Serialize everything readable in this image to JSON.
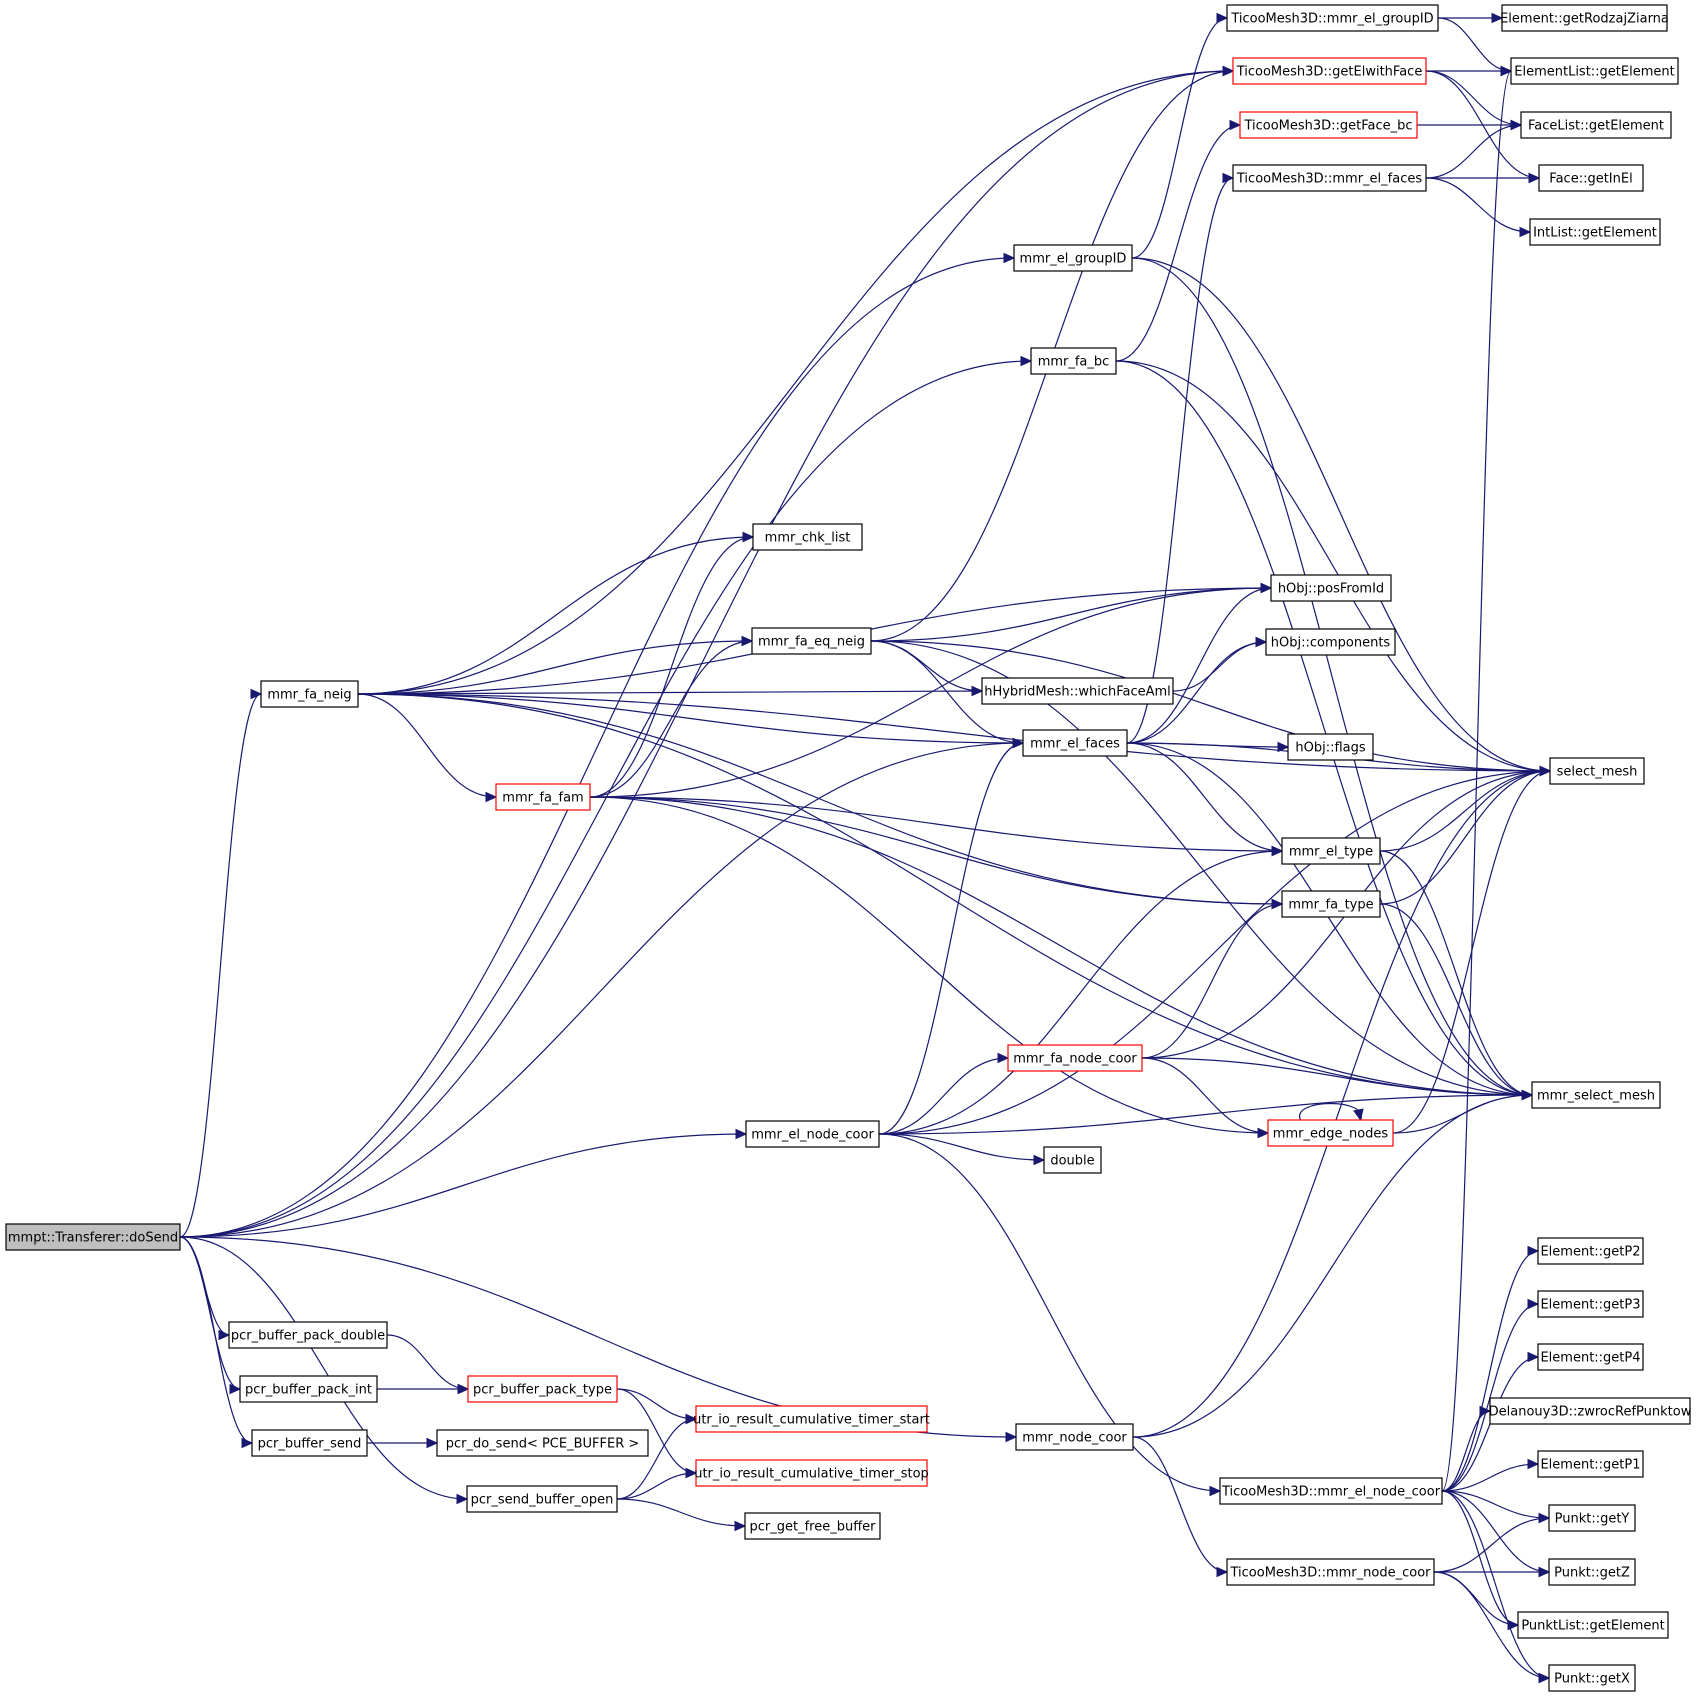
{
  "diagram": {
    "nodes": [
      {
        "id": "doSend",
        "label": "mmpt::Transferer::doSend",
        "style": "root"
      },
      {
        "id": "tm_mmr_el_groupID",
        "label": "TicooMesh3D::mmr_el_groupID",
        "style": "normal"
      },
      {
        "id": "el_getRodzajZiarna",
        "label": "Element::getRodzajZiarna",
        "style": "normal"
      },
      {
        "id": "elist_getElement",
        "label": "ElementList::getElement",
        "style": "normal"
      },
      {
        "id": "tm_getElwithFace",
        "label": "TicooMesh3D::getElwithFace",
        "style": "red"
      },
      {
        "id": "flist_getElement",
        "label": "FaceList::getElement",
        "style": "normal"
      },
      {
        "id": "tm_getFace_bc",
        "label": "TicooMesh3D::getFace_bc",
        "style": "red"
      },
      {
        "id": "face_getInEl",
        "label": "Face::getInEl",
        "style": "normal"
      },
      {
        "id": "tm_mmr_el_faces",
        "label": "TicooMesh3D::mmr_el_faces",
        "style": "normal"
      },
      {
        "id": "intlist_getElement",
        "label": "IntList::getElement",
        "style": "normal"
      },
      {
        "id": "mmr_el_groupID",
        "label": "mmr_el_groupID",
        "style": "normal"
      },
      {
        "id": "mmr_fa_bc",
        "label": "mmr_fa_bc",
        "style": "normal"
      },
      {
        "id": "mmr_chk_list",
        "label": "mmr_chk_list",
        "style": "normal"
      },
      {
        "id": "hobj_posFromId",
        "label": "hObj::posFromId",
        "style": "normal"
      },
      {
        "id": "mmr_fa_eq_neig",
        "label": "mmr_fa_eq_neig",
        "style": "normal"
      },
      {
        "id": "hobj_components",
        "label": "hObj::components",
        "style": "normal"
      },
      {
        "id": "mmr_fa_neig",
        "label": "mmr_fa_neig",
        "style": "normal"
      },
      {
        "id": "hhm_whichFaceAml",
        "label": "hHybridMesh::whichFaceAml",
        "style": "normal"
      },
      {
        "id": "mmr_el_faces",
        "label": "mmr_el_faces",
        "style": "normal"
      },
      {
        "id": "hobj_flags",
        "label": "hObj::flags",
        "style": "normal"
      },
      {
        "id": "select_mesh",
        "label": "select_mesh",
        "style": "normal"
      },
      {
        "id": "mmr_fa_fam",
        "label": "mmr_fa_fam",
        "style": "red"
      },
      {
        "id": "mmr_el_type",
        "label": "mmr_el_type",
        "style": "normal"
      },
      {
        "id": "mmr_fa_type",
        "label": "mmr_fa_type",
        "style": "normal"
      },
      {
        "id": "mmr_fa_node_coor",
        "label": "mmr_fa_node_coor",
        "style": "red"
      },
      {
        "id": "mmr_select_mesh",
        "label": "mmr_select_mesh",
        "style": "normal"
      },
      {
        "id": "mmr_el_node_coor",
        "label": "mmr_el_node_coor",
        "style": "normal"
      },
      {
        "id": "mmr_edge_nodes",
        "label": "mmr_edge_nodes",
        "style": "red"
      },
      {
        "id": "double",
        "label": "double",
        "style": "normal"
      },
      {
        "id": "el_getP2",
        "label": "Element::getP2",
        "style": "normal"
      },
      {
        "id": "el_getP3",
        "label": "Element::getP3",
        "style": "normal"
      },
      {
        "id": "pcr_buffer_pack_double",
        "label": "pcr_buffer_pack_double",
        "style": "normal"
      },
      {
        "id": "el_getP4",
        "label": "Element::getP4",
        "style": "normal"
      },
      {
        "id": "pcr_buffer_pack_int",
        "label": "pcr_buffer_pack_int",
        "style": "normal"
      },
      {
        "id": "pcr_buffer_pack_type",
        "label": "pcr_buffer_pack_type",
        "style": "red"
      },
      {
        "id": "del_zwrocRefPunktow",
        "label": "Delanouy3D::zwrocRefPunktow",
        "style": "normal"
      },
      {
        "id": "utr_timer_start",
        "label": "utr_io_result_cumulative_timer_start",
        "style": "red"
      },
      {
        "id": "pcr_buffer_send",
        "label": "pcr_buffer_send",
        "style": "normal"
      },
      {
        "id": "pcr_do_send",
        "label": "pcr_do_send< PCE_BUFFER >",
        "style": "normal"
      },
      {
        "id": "mmr_node_coor",
        "label": "mmr_node_coor",
        "style": "normal"
      },
      {
        "id": "el_getP1",
        "label": "Element::getP1",
        "style": "normal"
      },
      {
        "id": "utr_timer_stop",
        "label": "utr_io_result_cumulative_timer_stop",
        "style": "red"
      },
      {
        "id": "tm_mmr_el_node_coor",
        "label": "TicooMesh3D::mmr_el_node_coor",
        "style": "normal"
      },
      {
        "id": "pcr_send_buffer_open",
        "label": "pcr_send_buffer_open",
        "style": "normal"
      },
      {
        "id": "punkt_getY",
        "label": "Punkt::getY",
        "style": "normal"
      },
      {
        "id": "pcr_get_free_buffer",
        "label": "pcr_get_free_buffer",
        "style": "normal"
      },
      {
        "id": "tm_mmr_node_coor",
        "label": "TicooMesh3D::mmr_node_coor",
        "style": "normal"
      },
      {
        "id": "punkt_getZ",
        "label": "Punkt::getZ",
        "style": "normal"
      },
      {
        "id": "plist_getElement",
        "label": "PunktList::getElement",
        "style": "normal"
      },
      {
        "id": "punkt_getX",
        "label": "Punkt::getX",
        "style": "normal"
      }
    ],
    "edges": [
      {
        "from": "doSend",
        "to": "mmr_fa_neig"
      },
      {
        "from": "doSend",
        "to": "mmr_el_groupID"
      },
      {
        "from": "doSend",
        "to": "mmr_fa_bc"
      },
      {
        "from": "doSend",
        "to": "tm_getElwithFace"
      },
      {
        "from": "doSend",
        "to": "mmr_el_faces"
      },
      {
        "from": "doSend",
        "to": "mmr_el_node_coor"
      },
      {
        "from": "doSend",
        "to": "mmr_node_coor"
      },
      {
        "from": "doSend",
        "to": "pcr_buffer_pack_double"
      },
      {
        "from": "doSend",
        "to": "pcr_buffer_pack_int"
      },
      {
        "from": "doSend",
        "to": "pcr_buffer_send"
      },
      {
        "from": "doSend",
        "to": "pcr_send_buffer_open"
      },
      {
        "from": "tm_mmr_el_groupID",
        "to": "el_getRodzajZiarna"
      },
      {
        "from": "tm_mmr_el_groupID",
        "to": "elist_getElement"
      },
      {
        "from": "tm_getElwithFace",
        "to": "elist_getElement"
      },
      {
        "from": "tm_getElwithFace",
        "to": "flist_getElement"
      },
      {
        "from": "tm_getElwithFace",
        "to": "face_getInEl"
      },
      {
        "from": "tm_getFace_bc",
        "to": "flist_getElement"
      },
      {
        "from": "tm_mmr_el_faces",
        "to": "flist_getElement"
      },
      {
        "from": "tm_mmr_el_faces",
        "to": "face_getInEl"
      },
      {
        "from": "tm_mmr_el_faces",
        "to": "intlist_getElement"
      },
      {
        "from": "mmr_el_groupID",
        "to": "tm_mmr_el_groupID"
      },
      {
        "from": "mmr_el_groupID",
        "to": "select_mesh"
      },
      {
        "from": "mmr_el_groupID",
        "to": "mmr_select_mesh"
      },
      {
        "from": "mmr_fa_bc",
        "to": "tm_getFace_bc"
      },
      {
        "from": "mmr_fa_bc",
        "to": "select_mesh"
      },
      {
        "from": "mmr_fa_bc",
        "to": "mmr_select_mesh"
      },
      {
        "from": "mmr_fa_neig",
        "to": "mmr_chk_list"
      },
      {
        "from": "mmr_fa_neig",
        "to": "hobj_posFromId"
      },
      {
        "from": "mmr_fa_neig",
        "to": "mmr_fa_eq_neig"
      },
      {
        "from": "mmr_fa_neig",
        "to": "hhm_whichFaceAml"
      },
      {
        "from": "mmr_fa_neig",
        "to": "mmr_el_faces"
      },
      {
        "from": "mmr_fa_neig",
        "to": "mmr_fa_fam"
      },
      {
        "from": "mmr_fa_neig",
        "to": "select_mesh"
      },
      {
        "from": "mmr_fa_neig",
        "to": "mmr_fa_type"
      },
      {
        "from": "mmr_fa_neig",
        "to": "mmr_select_mesh"
      },
      {
        "from": "mmr_fa_neig",
        "to": "tm_getElwithFace"
      },
      {
        "from": "mmr_fa_eq_neig",
        "to": "hobj_posFromId"
      },
      {
        "from": "mmr_fa_eq_neig",
        "to": "hhm_whichFaceAml"
      },
      {
        "from": "mmr_fa_eq_neig",
        "to": "mmr_el_faces"
      },
      {
        "from": "mmr_fa_eq_neig",
        "to": "select_mesh"
      },
      {
        "from": "mmr_fa_eq_neig",
        "to": "mmr_select_mesh"
      },
      {
        "from": "mmr_fa_eq_neig",
        "to": "tm_getElwithFace"
      },
      {
        "from": "hhm_whichFaceAml",
        "to": "hobj_components"
      },
      {
        "from": "mmr_el_faces",
        "to": "tm_mmr_el_faces"
      },
      {
        "from": "mmr_el_faces",
        "to": "hobj_posFromId"
      },
      {
        "from": "mmr_el_faces",
        "to": "hobj_components"
      },
      {
        "from": "mmr_el_faces",
        "to": "hobj_flags"
      },
      {
        "from": "mmr_el_faces",
        "to": "select_mesh"
      },
      {
        "from": "mmr_el_faces",
        "to": "mmr_el_type"
      },
      {
        "from": "mmr_el_faces",
        "to": "mmr_select_mesh"
      },
      {
        "from": "mmr_fa_fam",
        "to": "mmr_chk_list"
      },
      {
        "from": "mmr_fa_fam",
        "to": "mmr_fa_eq_neig"
      },
      {
        "from": "mmr_fa_fam",
        "to": "hobj_posFromId"
      },
      {
        "from": "mmr_fa_fam",
        "to": "mmr_el_type"
      },
      {
        "from": "mmr_fa_fam",
        "to": "mmr_fa_type"
      },
      {
        "from": "mmr_fa_fam",
        "to": "mmr_edge_nodes"
      },
      {
        "from": "mmr_fa_fam",
        "to": "mmr_select_mesh"
      },
      {
        "from": "mmr_el_type",
        "to": "select_mesh"
      },
      {
        "from": "mmr_el_type",
        "to": "mmr_select_mesh"
      },
      {
        "from": "mmr_fa_type",
        "to": "select_mesh"
      },
      {
        "from": "mmr_fa_type",
        "to": "mmr_select_mesh"
      },
      {
        "from": "mmr_fa_node_coor",
        "to": "mmr_fa_type"
      },
      {
        "from": "mmr_fa_node_coor",
        "to": "select_mesh"
      },
      {
        "from": "mmr_fa_node_coor",
        "to": "mmr_select_mesh"
      },
      {
        "from": "mmr_fa_node_coor",
        "to": "mmr_edge_nodes"
      },
      {
        "from": "mmr_edge_nodes",
        "to": "mmr_edge_nodes"
      },
      {
        "from": "mmr_edge_nodes",
        "to": "select_mesh"
      },
      {
        "from": "mmr_edge_nodes",
        "to": "mmr_select_mesh"
      },
      {
        "from": "mmr_el_node_coor",
        "to": "mmr_el_faces"
      },
      {
        "from": "mmr_el_node_coor",
        "to": "mmr_el_type"
      },
      {
        "from": "mmr_el_node_coor",
        "to": "mmr_fa_node_coor"
      },
      {
        "from": "mmr_el_node_coor",
        "to": "double"
      },
      {
        "from": "mmr_el_node_coor",
        "to": "select_mesh"
      },
      {
        "from": "mmr_el_node_coor",
        "to": "mmr_select_mesh"
      },
      {
        "from": "mmr_el_node_coor",
        "to": "tm_mmr_el_node_coor"
      },
      {
        "from": "mmr_node_coor",
        "to": "select_mesh"
      },
      {
        "from": "mmr_node_coor",
        "to": "mmr_select_mesh"
      },
      {
        "from": "mmr_node_coor",
        "to": "tm_mmr_node_coor"
      },
      {
        "from": "pcr_buffer_pack_double",
        "to": "pcr_buffer_pack_type"
      },
      {
        "from": "pcr_buffer_pack_int",
        "to": "pcr_buffer_pack_type"
      },
      {
        "from": "pcr_buffer_pack_type",
        "to": "utr_timer_start"
      },
      {
        "from": "pcr_buffer_pack_type",
        "to": "utr_timer_stop"
      },
      {
        "from": "pcr_buffer_send",
        "to": "pcr_do_send"
      },
      {
        "from": "pcr_send_buffer_open",
        "to": "utr_timer_start"
      },
      {
        "from": "pcr_send_buffer_open",
        "to": "utr_timer_stop"
      },
      {
        "from": "pcr_send_buffer_open",
        "to": "pcr_get_free_buffer"
      },
      {
        "from": "tm_mmr_el_node_coor",
        "to": "elist_getElement"
      },
      {
        "from": "tm_mmr_el_node_coor",
        "to": "el_getP2"
      },
      {
        "from": "tm_mmr_el_node_coor",
        "to": "el_getP3"
      },
      {
        "from": "tm_mmr_el_node_coor",
        "to": "el_getP4"
      },
      {
        "from": "tm_mmr_el_node_coor",
        "to": "del_zwrocRefPunktow"
      },
      {
        "from": "tm_mmr_el_node_coor",
        "to": "el_getP1"
      },
      {
        "from": "tm_mmr_el_node_coor",
        "to": "punkt_getY"
      },
      {
        "from": "tm_mmr_el_node_coor",
        "to": "punkt_getZ"
      },
      {
        "from": "tm_mmr_el_node_coor",
        "to": "plist_getElement"
      },
      {
        "from": "tm_mmr_el_node_coor",
        "to": "punkt_getX"
      },
      {
        "from": "tm_mmr_node_coor",
        "to": "punkt_getY"
      },
      {
        "from": "tm_mmr_node_coor",
        "to": "punkt_getZ"
      },
      {
        "from": "tm_mmr_node_coor",
        "to": "plist_getElement"
      },
      {
        "from": "tm_mmr_node_coor",
        "to": "punkt_getX"
      }
    ]
  }
}
